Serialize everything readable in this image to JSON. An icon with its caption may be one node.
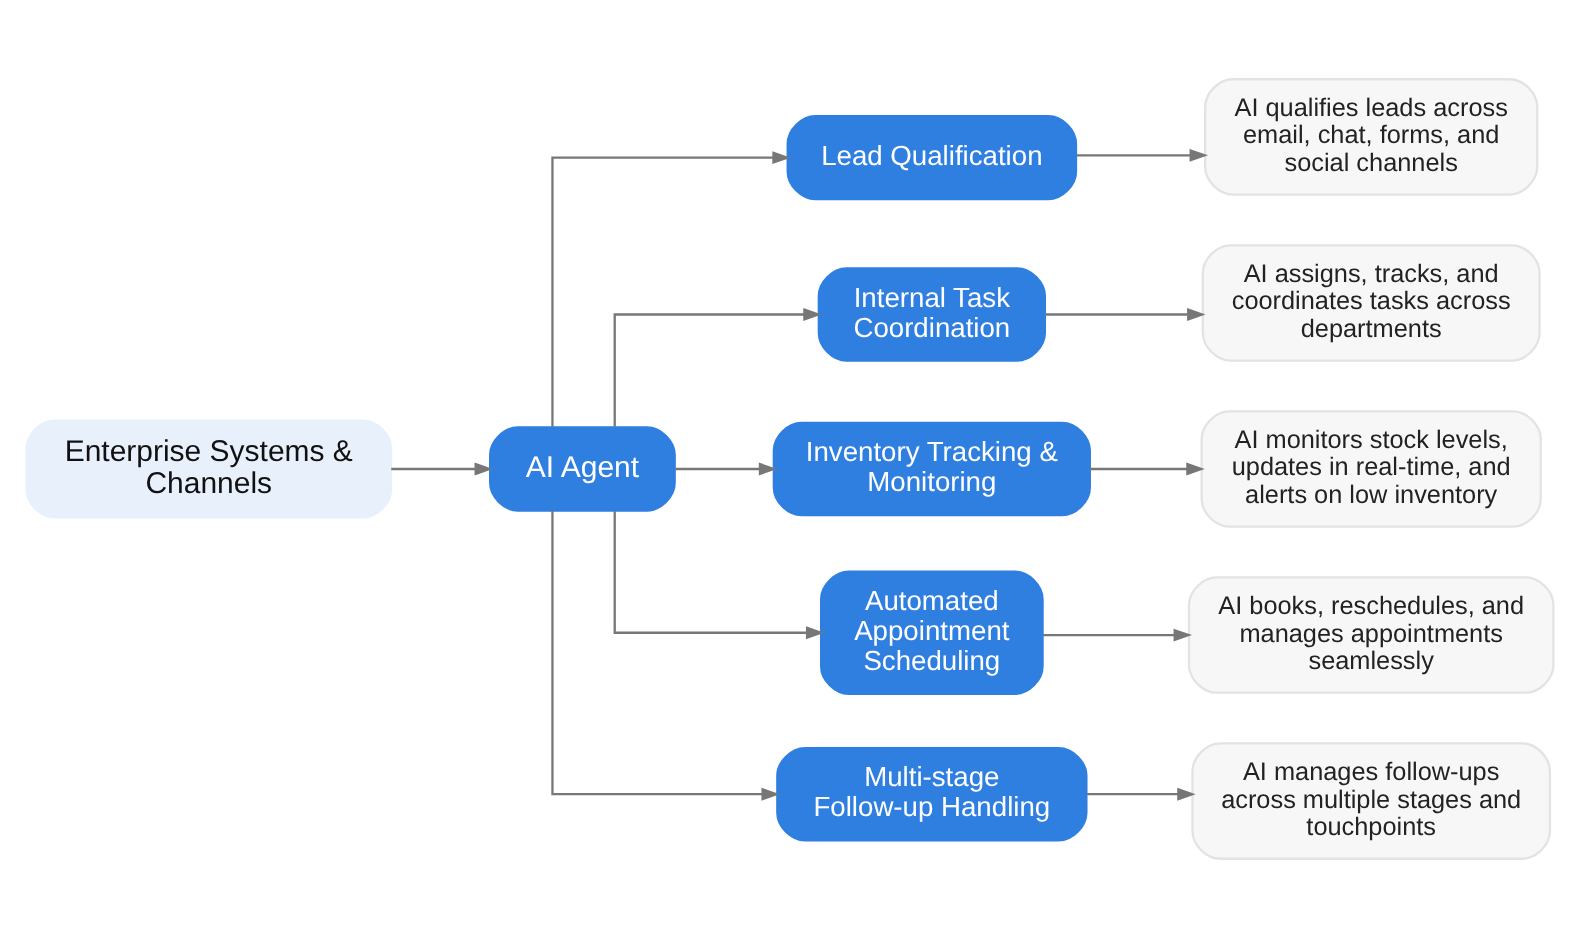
{
  "diagram": {
    "nodes": [
      {
        "text": [
          "Enterprise Systems & Channels"
        ]
      },
      {
        "text": [
          "AI Agent"
        ]
      },
      {
        "text": [
          "Lead Qualification"
        ]
      },
      {
        "text": [
          "Internal Task Coordination"
        ]
      },
      {
        "text": [
          "Inventory Tracking & Monitoring"
        ]
      },
      {
        "text": [
          "Automated Appointment Scheduling"
        ]
      },
      {
        "text": [
          "Multi-stage Follow-up Handling"
        ]
      },
      {
        "text": [
          "AI qualifies leads across email, chat, forms, and social channels"
        ]
      },
      {
        "text": [
          "AI assigns, tracks, and coordinates tasks across departments"
        ]
      },
      {
        "text": [
          "AI monitors stock levels, updates in real-time, and alerts on low inventory"
        ]
      },
      {
        "text": [
          "AI books, reschedules, and manages appointments seamlessly"
        ]
      },
      {
        "text": [
          "AI manages follow-ups across multiple stages and touchpoints"
        ]
      }
    ],
    "edges": [
      {
        "from": 0,
        "to": 1,
        "arrow": "to"
      },
      {
        "from": 1,
        "to": 2,
        "arrow": "to"
      },
      {
        "from": 1,
        "to": 3,
        "arrow": "to"
      },
      {
        "from": 1,
        "to": 4,
        "arrow": "to"
      },
      {
        "from": 1,
        "to": 5,
        "arrow": "to"
      },
      {
        "from": 1,
        "to": 6,
        "arrow": "to"
      },
      {
        "from": 2,
        "to": 7,
        "arrow": "to"
      },
      {
        "from": 3,
        "to": 8,
        "arrow": "to"
      },
      {
        "from": 4,
        "to": 9,
        "arrow": "to"
      },
      {
        "from": 5,
        "to": 10,
        "arrow": "to"
      },
      {
        "from": 6,
        "to": 11,
        "arrow": "to"
      }
    ]
  }
}
